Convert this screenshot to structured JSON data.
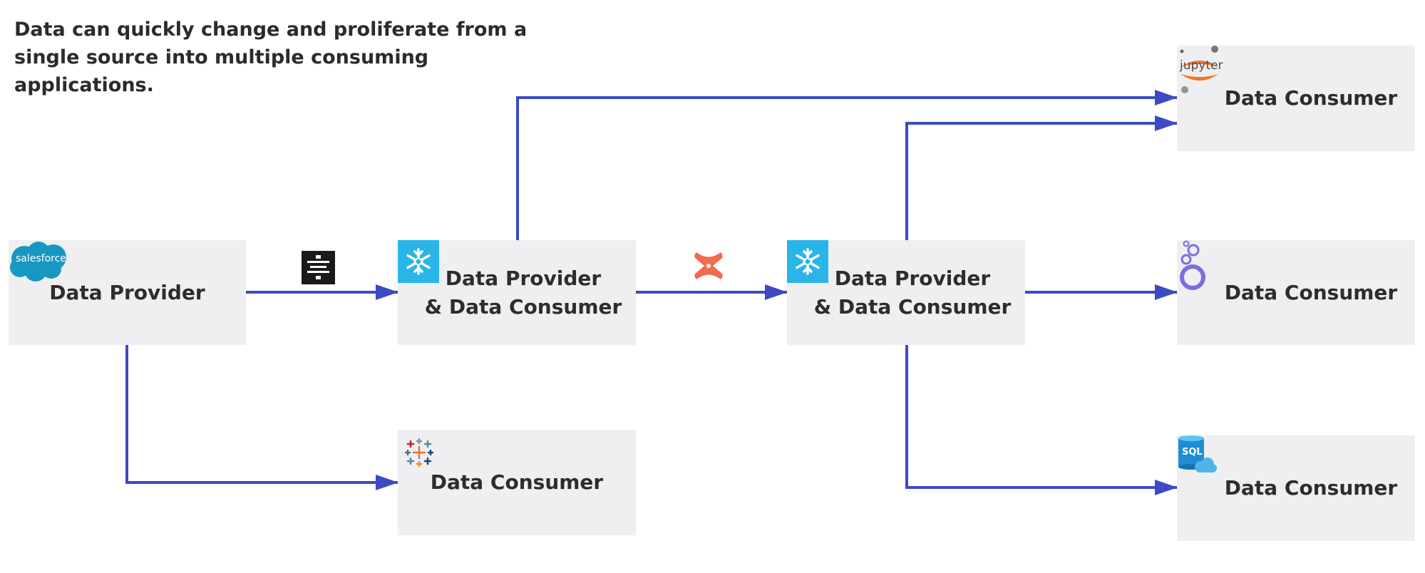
{
  "title": {
    "line1": "Data can quickly change and proliferate from a",
    "line2": "single source into multiple consuming applications."
  },
  "nodes": {
    "provider": {
      "label": "Data Provider",
      "icon": "salesforce-cloud-icon",
      "icon_text": "salesforce"
    },
    "mid1": {
      "line1": "Data Provider",
      "line2": "& Data Consumer",
      "icon": "snowflake-icon"
    },
    "mid2": {
      "line1": "Data Provider",
      "line2": "& Data Consumer",
      "icon": "snowflake-icon"
    },
    "tableau_consumer": {
      "label": "Data Consumer",
      "icon": "tableau-icon"
    },
    "jupyter_consumer": {
      "label": "Data Consumer",
      "icon": "jupyter-icon",
      "icon_text": "jupyter"
    },
    "looker_consumer": {
      "label": "Data Consumer",
      "icon": "looker-icon"
    },
    "sql_consumer": {
      "label": "Data Consumer",
      "icon": "azure-sql-icon",
      "icon_text": "SQL"
    }
  },
  "connectors": {
    "fivetran": {
      "icon": "fivetran-icon"
    },
    "dbt": {
      "icon": "dbt-icon"
    }
  },
  "colors": {
    "arrow": "#3d4ac4",
    "box": "#efeff1",
    "text": "#2d2d2d",
    "snowflake": "#29b5e8",
    "salesforce": "#1798c1",
    "dbt": "#f26b4f",
    "jupyter": "#f37726",
    "looker": "#7b6fe0",
    "fivetran": "#1a1a1a"
  }
}
